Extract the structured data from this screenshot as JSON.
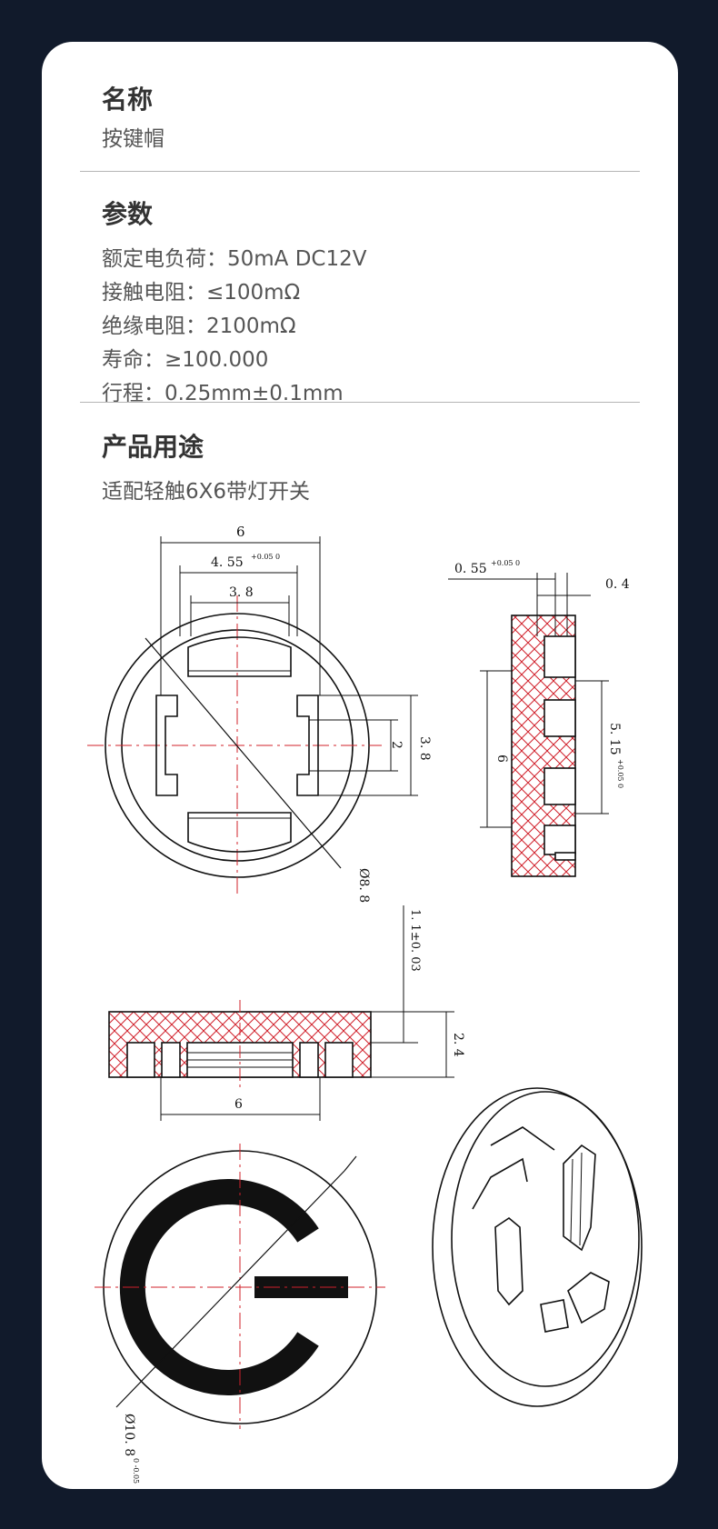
{
  "name_section": {
    "title": "名称",
    "value": "按键帽"
  },
  "params_section": {
    "title": "参数",
    "lines": [
      "额定电负荷：50mA DC12V",
      "接触电阻：≤100mΩ",
      "绝缘电阻：2100mΩ",
      "寿命：≥100.000",
      "行程：0.25mm±0.1mm"
    ]
  },
  "usage_section": {
    "title": "产品用途",
    "value": "适配轻触6X6带灯开关"
  },
  "drawing": {
    "top_width": "6",
    "top_inner_main": "4. 55",
    "top_inner_tol": "+0.05 0",
    "top_inner_small": "3. 8",
    "right_height": "3. 8",
    "right_small": "2",
    "diameter": "Ø8. 8",
    "side_top_main": "0. 55",
    "side_top_tol": "+0.05 0",
    "side_top_right": "0. 4",
    "side_height_left": "6",
    "side_height_right_main": "5. 15",
    "side_height_right_tol": "+0.05 0",
    "section_height_small": "1. 1±0. 03",
    "section_height": "2. 4",
    "section_width": "6",
    "logo_diameter": "Ø10. 8",
    "logo_diameter_tol": "0 -0.05"
  }
}
